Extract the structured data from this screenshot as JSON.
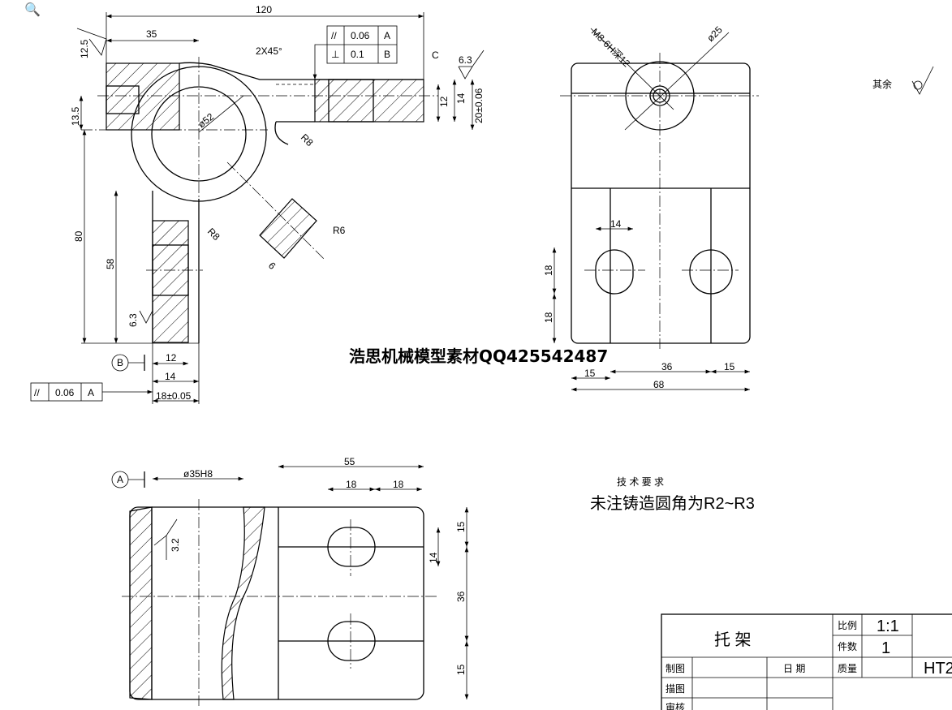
{
  "toolbar": {
    "zoom_icon": "magnifier-icon"
  },
  "front_view": {
    "dims": [
      "120",
      "35",
      "2X45°",
      "C",
      "12",
      "14",
      "20±0.06",
      "13.5",
      "ø52",
      "R8",
      "R8",
      "R6",
      "6",
      "80",
      "58",
      "12",
      "14",
      "18±0.05"
    ],
    "roughness": [
      "12.5",
      "6.3",
      "6.3"
    ],
    "datum_b": "B",
    "tolerance_frame_top": [
      {
        "symbol": "//",
        "value": "0.06",
        "datum": "A"
      },
      {
        "symbol": "⊥",
        "value": "0.1",
        "datum": "B"
      }
    ],
    "tolerance_frame_left": {
      "symbol": "//",
      "value": "0.06",
      "datum": "A"
    }
  },
  "side_view": {
    "dims": [
      "M8-6H深12",
      "ø25",
      "14",
      "18",
      "18",
      "36",
      "15",
      "15",
      "68"
    ]
  },
  "top_view": {
    "datum_a": "A",
    "dims": [
      "ø35H8",
      "55",
      "18",
      "18",
      "15",
      "14",
      "36",
      "15"
    ],
    "roughness": "3.2"
  },
  "surface_note": {
    "label": "其余"
  },
  "tech_requirements": {
    "title": "技 术 要 求",
    "line1": "未注铸造圆角为R2~R3"
  },
  "watermark": "浩思机械模型素材QQ425542487",
  "title_block": {
    "part_name": "托  架",
    "scale_label": "比例",
    "scale_value": "1:1",
    "qty_label": "件数",
    "qty_value": "1",
    "drawn_label": "制图",
    "date_label": "日  期",
    "mass_label": "质量",
    "material": "HT2",
    "traced_label": "描图",
    "checked_label": "审核"
  }
}
